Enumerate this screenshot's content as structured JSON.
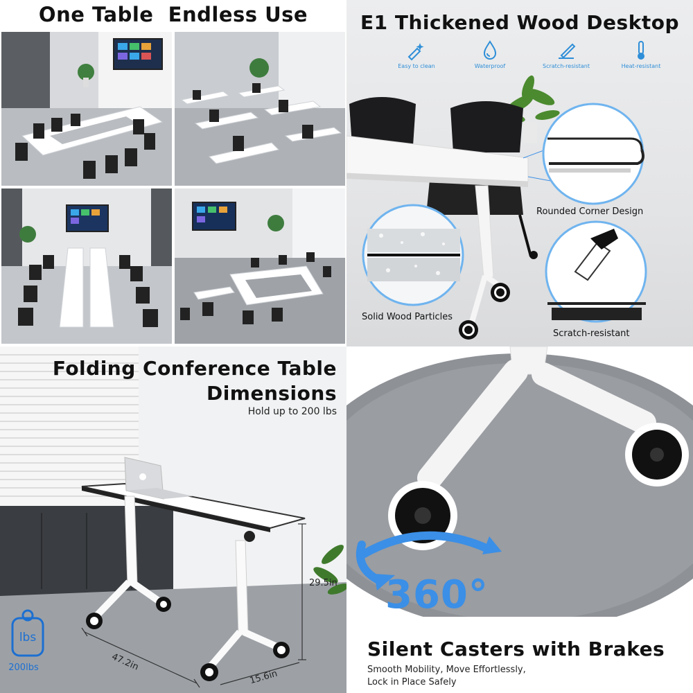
{
  "scenes": {
    "title": "One Table  Endless Use"
  },
  "desktop": {
    "title": "E1 Thickened Wood Desktop",
    "features": [
      {
        "label": "Easy to clean",
        "icon": "sparkle-clean-icon"
      },
      {
        "label": "Waterproof",
        "icon": "water-drop-icon"
      },
      {
        "label": "Scratch-resistant",
        "icon": "scratch-icon"
      },
      {
        "label": "Heat-resistant",
        "icon": "thermometer-icon"
      }
    ],
    "callouts": {
      "rounded": "Rounded Corner Design",
      "wood": "Solid Wood Particles",
      "scratch": "Scratch-resistant"
    }
  },
  "dimensions": {
    "title_line1": "Folding Conference Table",
    "title_line2": "Dimensions",
    "subtitle": "Hold up to 200 lbs",
    "height": "29.5in",
    "length": "47.2in",
    "depth": "15.6in",
    "weight_unit": "lbs",
    "weight_label": "200lbs"
  },
  "casters": {
    "degree_label": "360°",
    "title": "Silent Casters with Brakes",
    "subtitle_line1": "Smooth Mobility, Move Effortlessly,",
    "subtitle_line2": "Lock in Place Safely"
  },
  "colors": {
    "accent_blue": "#3b8fe6",
    "icon_blue": "#2e8ed8",
    "text": "#111111"
  }
}
